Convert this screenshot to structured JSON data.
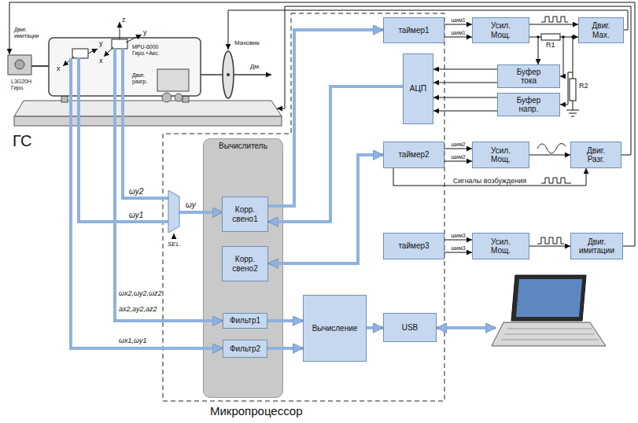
{
  "diagram": {
    "nodes": [
      {
        "text": [
          "Микропроцессор"
        ]
      },
      {
        "text": [
          "таймер1"
        ],
        "in": 0
      },
      {
        "text": [
          "Усил. Мощ."
        ]
      },
      {
        "text": [
          "Двиг. Мах."
        ]
      },
      {
        "text": [
          "АЦП"
        ],
        "in": 0
      },
      {
        "text": [
          "Буфер тока"
        ]
      },
      {
        "text": [
          "Буфер напр."
        ]
      },
      {
        "text": [
          "Вычислитель"
        ],
        "in": 0
      },
      {
        "text": [
          "Корр. свено1"
        ],
        "in": 7
      },
      {
        "text": [
          "таймер2"
        ],
        "in": 0
      },
      {
        "text": [
          "Усил. Мощ."
        ]
      },
      {
        "text": [
          "Двиг. Разг."
        ]
      },
      {
        "text": [
          "Корр. свено2"
        ],
        "in": 7
      },
      {
        "text": [
          "таймер3"
        ],
        "in": 0
      },
      {
        "text": [
          "Усил. Мощ."
        ]
      },
      {
        "text": [
          "Двиг. имитации"
        ]
      },
      {
        "text": [
          "Фильтр1"
        ],
        "in": 7
      },
      {
        "text": [
          "Фильтр2"
        ],
        "in": 7
      },
      {
        "text": [
          "Вычисление"
        ],
        "in": 0
      },
      {
        "text": [
          "USB"
        ],
        "in": 0
      }
    ],
    "edges": [
      {
        "from": 1,
        "to": 2,
        "label": "шим1",
        "arrow": "to"
      },
      {
        "from": 1,
        "to": 2,
        "label": "шим1",
        "arrow": "to"
      },
      {
        "from": 2,
        "to": 3,
        "arrow": "to"
      },
      {
        "from": 2,
        "to": 3,
        "arrow": "to"
      },
      {
        "from": 5,
        "to": 4,
        "arrow": "to"
      },
      {
        "from": 5,
        "to": 4,
        "arrow": "to"
      },
      {
        "from": 6,
        "to": 4,
        "arrow": "to"
      },
      {
        "from": 6,
        "to": 4,
        "arrow": "to"
      },
      {
        "from": 4,
        "to": 8,
        "arrow": "to"
      },
      {
        "from": 8,
        "to": 1,
        "arrow": "to"
      },
      {
        "from": 9,
        "to": 10,
        "label": "шим2",
        "arrow": "to"
      },
      {
        "from": 9,
        "to": 10,
        "label": "шим2",
        "arrow": "to"
      },
      {
        "from": 10,
        "to": 11,
        "arrow": "to"
      },
      {
        "from": 12,
        "to": 9,
        "arrow": "both"
      },
      {
        "from": 9,
        "to": 11,
        "label": "Сигналы возбуждения",
        "arrow": "to"
      },
      {
        "from": 13,
        "to": 14,
        "label": "шим3",
        "arrow": "to"
      },
      {
        "from": 13,
        "to": 14,
        "label": "шим3",
        "arrow": "to"
      },
      {
        "from": 14,
        "to": 15,
        "arrow": "to"
      },
      {
        "from": 16,
        "to": 18,
        "arrow": "to"
      },
      {
        "from": 17,
        "to": 18,
        "arrow": "to"
      },
      {
        "from": 18,
        "to": 19,
        "arrow": "to"
      }
    ],
    "labels": [
      "ГС",
      "Двиг. имитации",
      "L3G20H Гиро.",
      "z",
      "x",
      "y",
      "x",
      "y",
      "MPU-6000 Гиро.+Акс.",
      "Маховик",
      "Двиг. разгр.",
      "Дм.",
      "ωy2",
      "ωy1",
      "ωy",
      "SEL.",
      "ωx2,ωy2,ωz2",
      "ax2,ay2,az2",
      "ωx1,ωy1",
      "R1",
      "R2"
    ]
  }
}
